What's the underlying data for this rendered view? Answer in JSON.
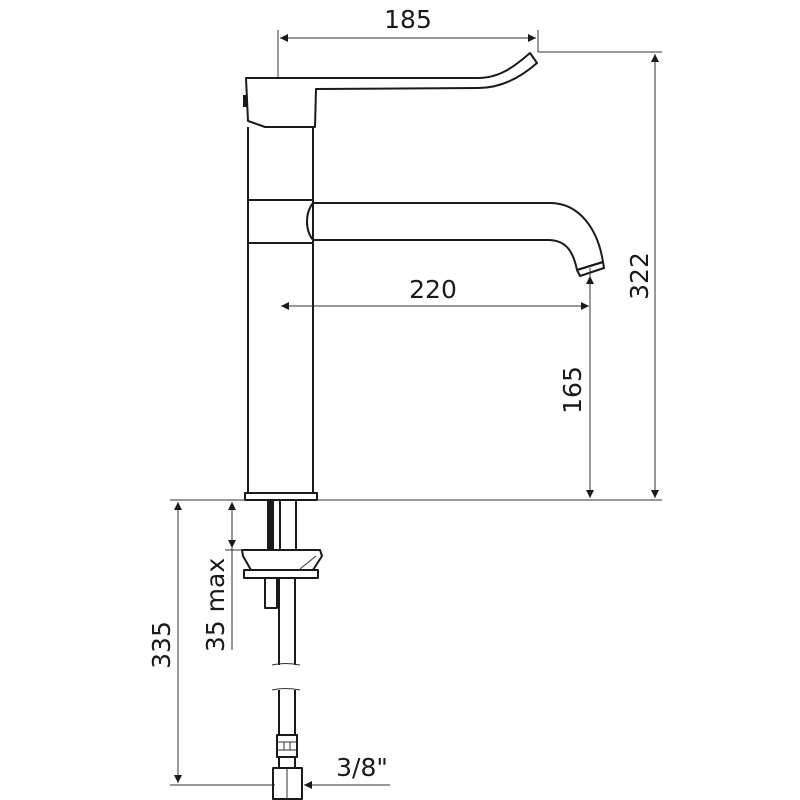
{
  "dimensions": {
    "handle_reach": "185",
    "total_height": "322",
    "spout_reach": "220",
    "spout_height": "165",
    "below_deck_length": "335",
    "deck_thickness": "35 max",
    "connection": "3/8\""
  },
  "colors": {
    "line": "#1a1a1a",
    "background": "#ffffff"
  }
}
